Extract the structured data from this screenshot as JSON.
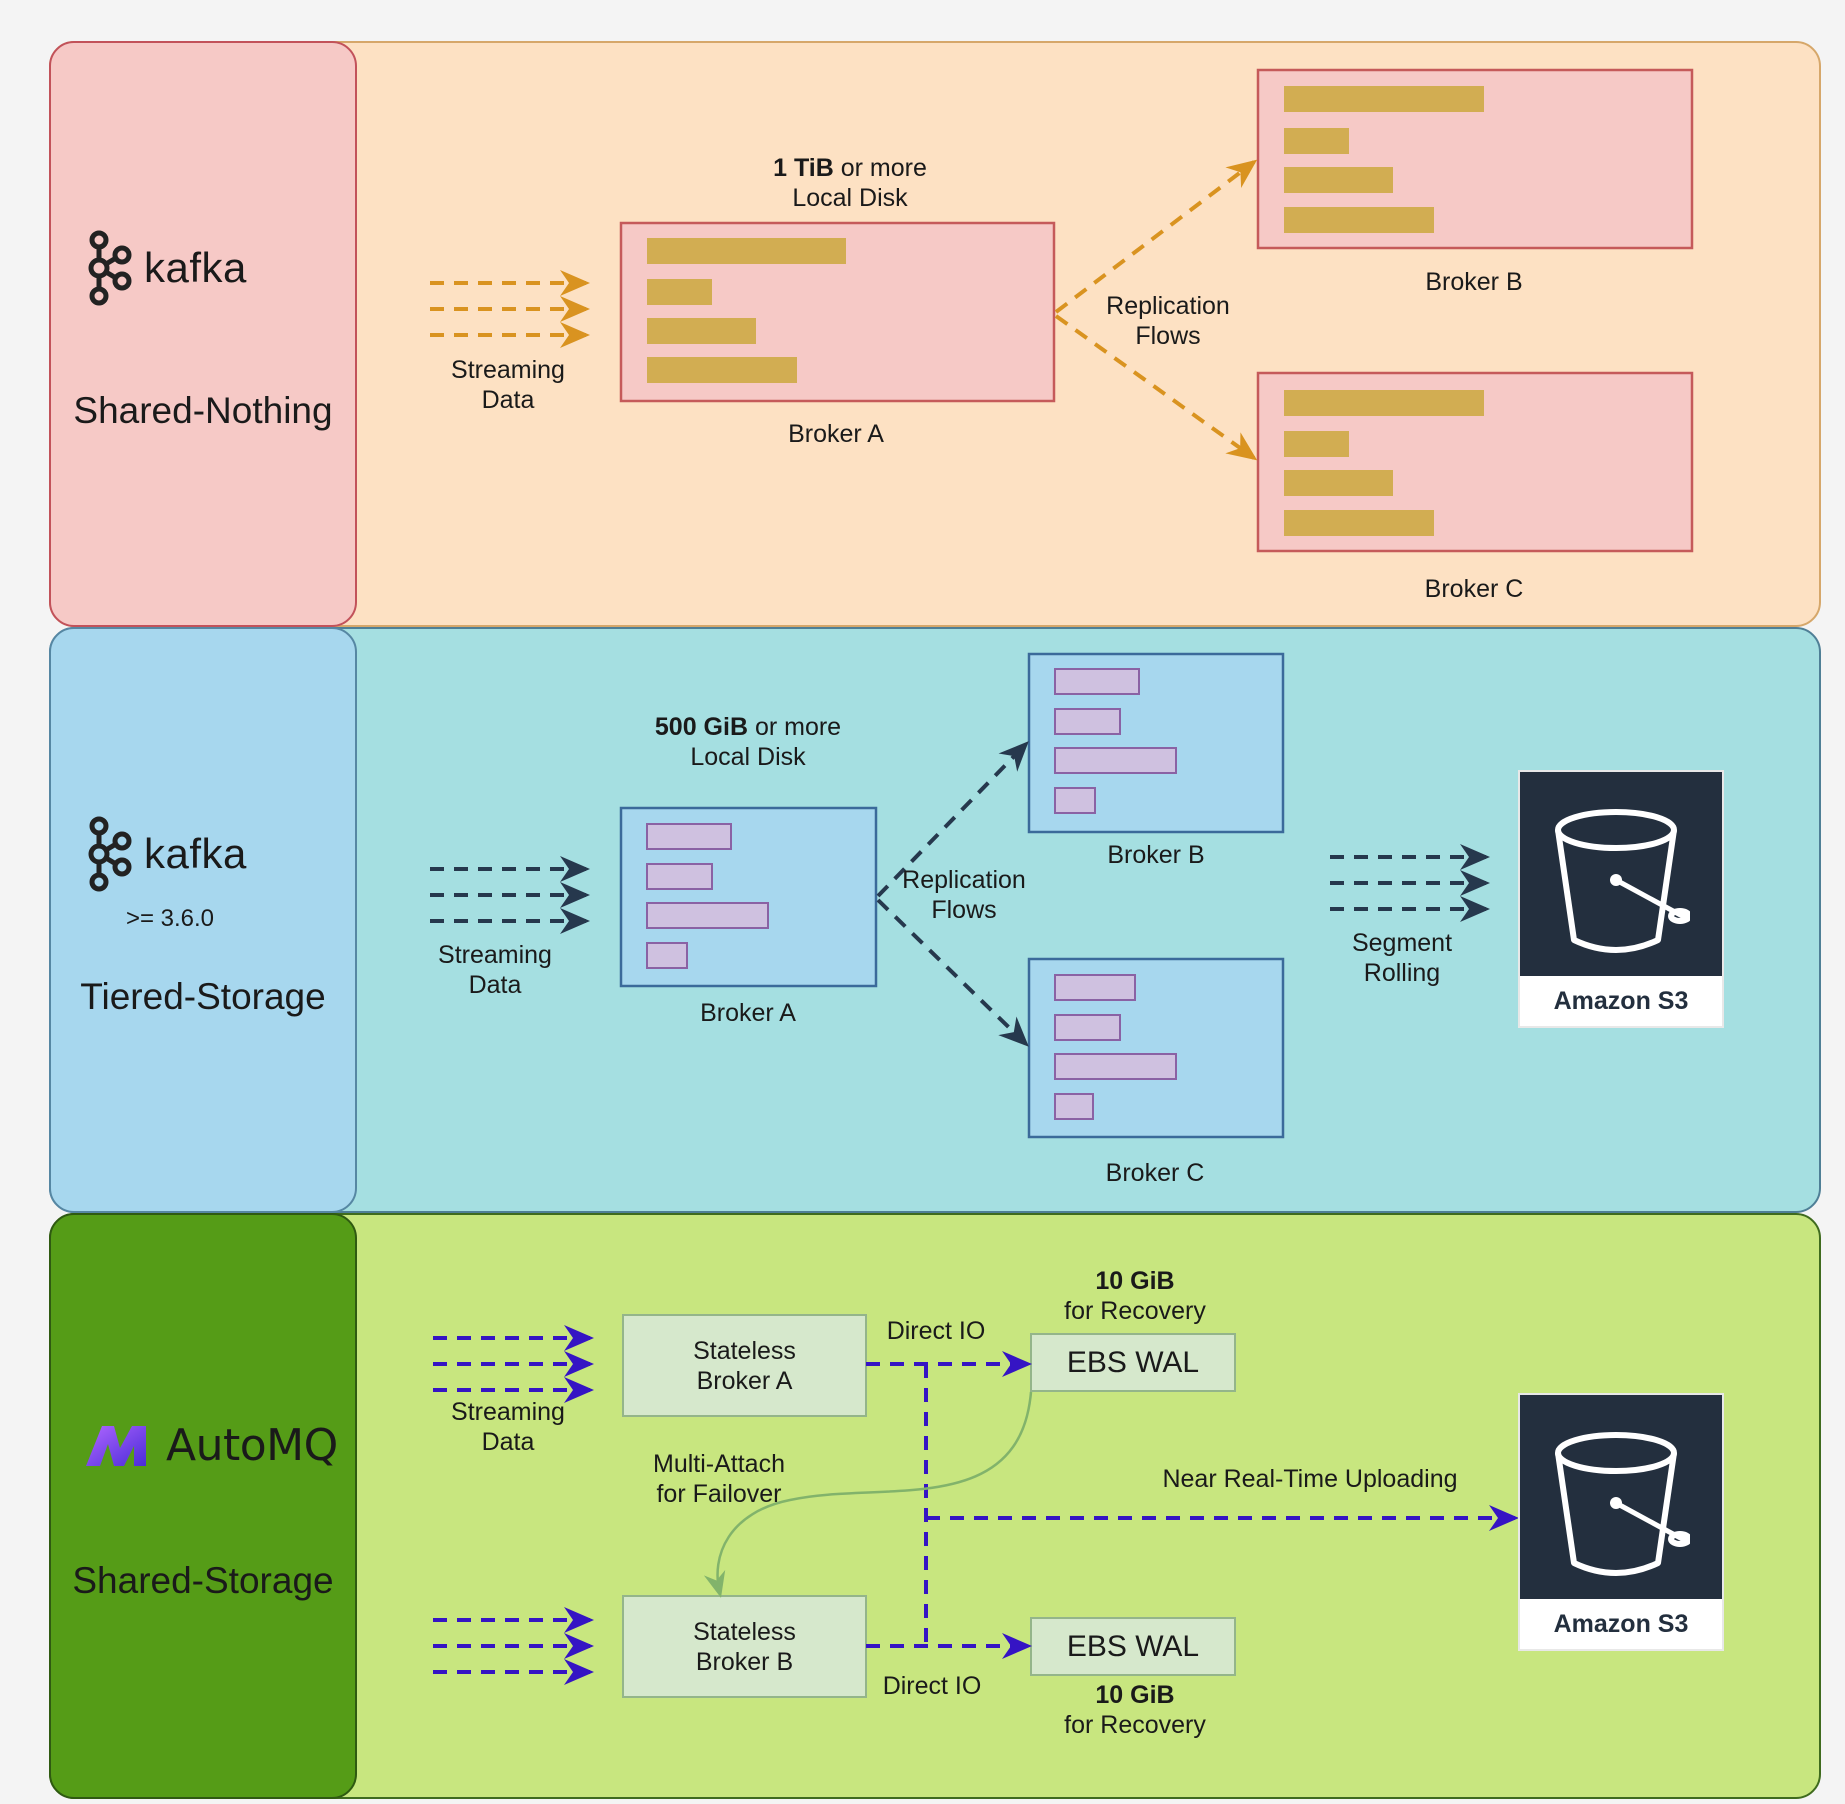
{
  "colors": {
    "kafka_panel_left": "#f6c9c6",
    "kafka_panel_right": "#fde1c3",
    "kafka_stroke": "#d6a76a",
    "kafka_bar": "#d2ad52",
    "kafka_arrow": "#d99320",
    "tiered_panel_left": "#a7d7ee",
    "tiered_panel_right": "#a5dfe1",
    "tiered_bar": "#cfc1e0",
    "tiered_arrow": "#26384d",
    "shared_panel_left": "#559c17",
    "shared_panel_right": "#c8e67f",
    "shared_box": "#d6e8cc",
    "shared_arrow": "#3514c4",
    "failover_arrow": "#82b36b",
    "s3_dark": "#232f3e"
  },
  "icons": [
    "kafka-logo-icon",
    "automq-logo-icon",
    "s3-bucket-icon"
  ],
  "sections": {
    "shared_nothing": {
      "logo_text": "kafka",
      "title": "Shared-Nothing",
      "disk_bold": "1 TiB",
      "disk_rest": " or more",
      "disk_line2": "Local Disk",
      "streaming_line1": "Streaming",
      "streaming_line2": "Data",
      "replication_line1": "Replication",
      "replication_line2": "Flows",
      "broker_a": "Broker A",
      "broker_b": "Broker B",
      "broker_c": "Broker C"
    },
    "tiered_storage": {
      "logo_text": "kafka",
      "version": ">= 3.6.0",
      "title": "Tiered-Storage",
      "disk_bold": "500 GiB",
      "disk_rest": " or more",
      "disk_line2": "Local Disk",
      "streaming_line1": "Streaming",
      "streaming_line2": "Data",
      "replication_line1": "Replication",
      "replication_line2": "Flows",
      "segment_line1": "Segment",
      "segment_line2": "Rolling",
      "broker_a": "Broker A",
      "broker_b": "Broker B",
      "broker_c": "Broker C",
      "s3_label": "Amazon S3"
    },
    "shared_storage": {
      "logo_text": "AutoMQ",
      "title": "Shared-Storage",
      "streaming_line1": "Streaming",
      "streaming_line2": "Data",
      "broker_a_line1": "Stateless",
      "broker_a_line2": "Broker A",
      "broker_b_line1": "Stateless",
      "broker_b_line2": "Broker B",
      "direct_io_top": "Direct IO",
      "direct_io_bottom": "Direct IO",
      "wal_top": "EBS WAL",
      "wal_bottom": "EBS WAL",
      "recovery_top_bold": "10 GiB",
      "recovery_top_line2": "for Recovery",
      "recovery_bottom_bold": "10 GiB",
      "recovery_bottom_line2": "for Recovery",
      "multi_attach_line1": "Multi-Attach",
      "multi_attach_line2": "for Failover",
      "upload_label": "Near Real-Time Uploading",
      "s3_label": "Amazon S3"
    }
  }
}
